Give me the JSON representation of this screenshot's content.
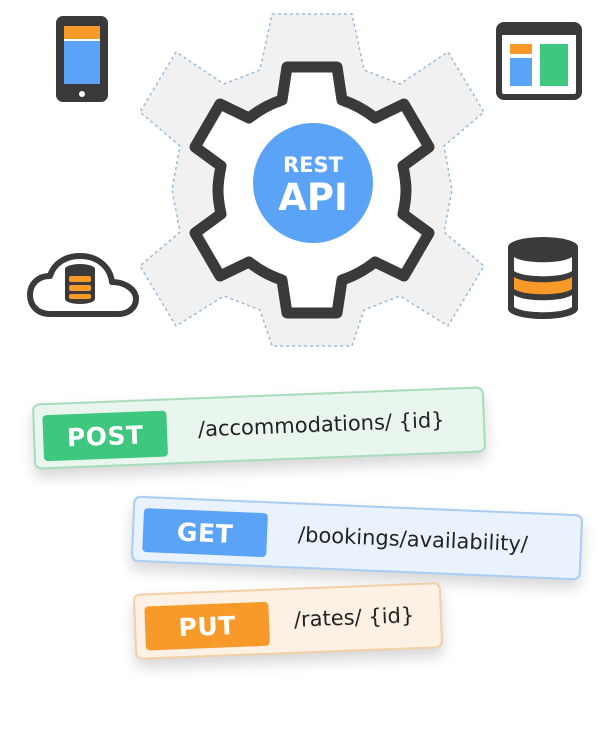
{
  "title": {
    "line1": "REST",
    "line2": "API"
  },
  "colors": {
    "blue": "#5aa3f7",
    "green": "#3fc67f",
    "orange": "#f89a2a",
    "dark": "#3a3a3a",
    "gear_fill": "#eeeeee"
  },
  "icons": [
    "mobile-phone-icon",
    "browser-window-icon",
    "cloud-database-icon",
    "database-icon",
    "gear-icon"
  ],
  "endpoints": [
    {
      "method": "POST",
      "path": "/accommodations/ {id}",
      "color": "#3fc67f",
      "bg": "#e9f6ee",
      "border": "#a7dcbc"
    },
    {
      "method": "GET",
      "path": "/bookings/availability/",
      "color": "#5aa3f7",
      "bg": "#eaf3fd",
      "border": "#a9cdf3"
    },
    {
      "method": "PUT",
      "path": "/rates/ {id}",
      "color": "#f89a2a",
      "bg": "#fdf1e5",
      "border": "#f2cfa4"
    }
  ]
}
